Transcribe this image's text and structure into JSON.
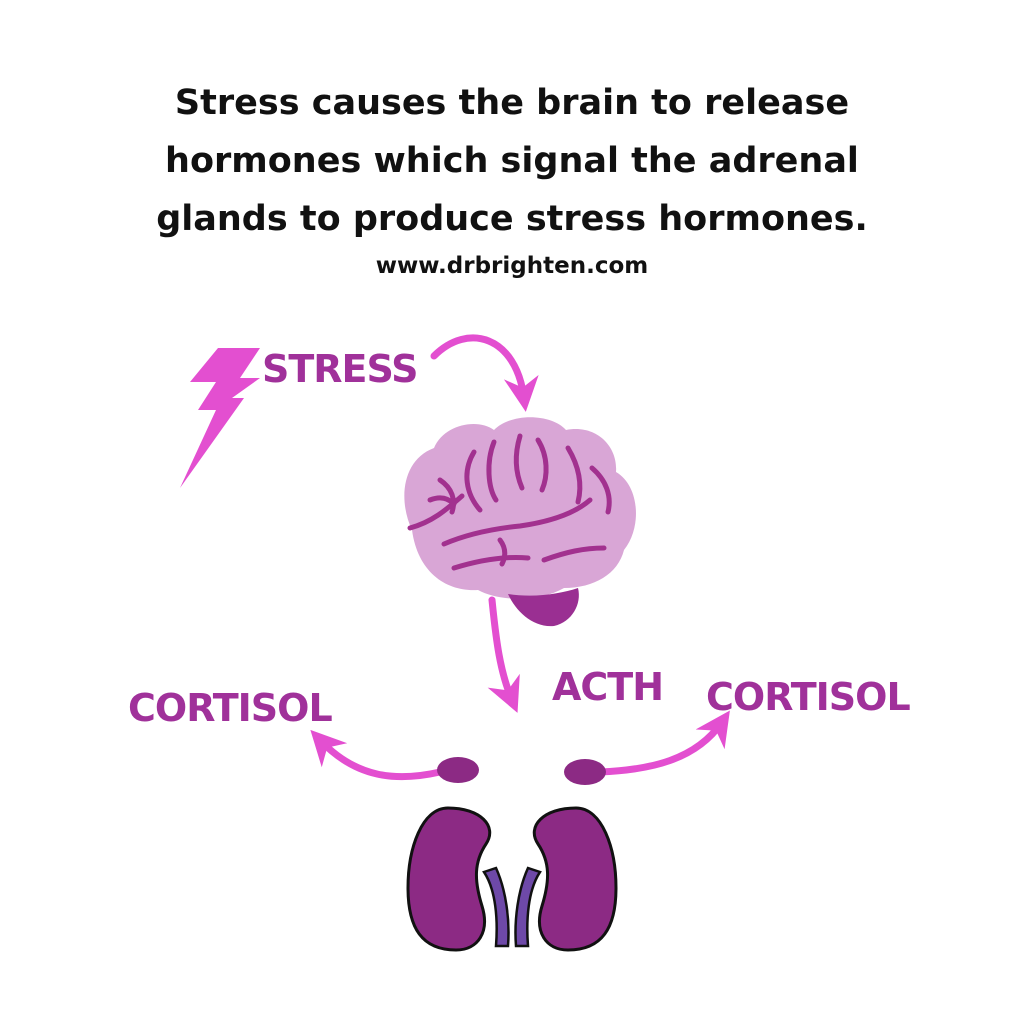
{
  "header": {
    "lines": [
      "Stress causes the brain to release",
      "hormones which signal the adrenal",
      "glands to produce stress hormones."
    ],
    "url": "www.drbrighten.com"
  },
  "diagram": {
    "nodes": {
      "stress": "STRESS",
      "acth": "ACTH",
      "cortisol_left": "CORTISOL",
      "cortisol_right": "CORTISOL"
    },
    "icons": {
      "lightning": "lightning-bolt-icon",
      "brain": "brain-icon",
      "left_adrenal": "adrenal-gland-icon",
      "right_adrenal": "adrenal-gland-icon",
      "left_kidney": "kidney-icon",
      "right_kidney": "kidney-icon"
    },
    "colors": {
      "accent": "#e34fd0",
      "label": "#a0319a",
      "brain_light": "#d9a6d6",
      "brain_lines": "#a2318f",
      "brain_stem": "#9a2f92",
      "organ": "#8c2a84",
      "ureter": "#6e49a8"
    }
  }
}
